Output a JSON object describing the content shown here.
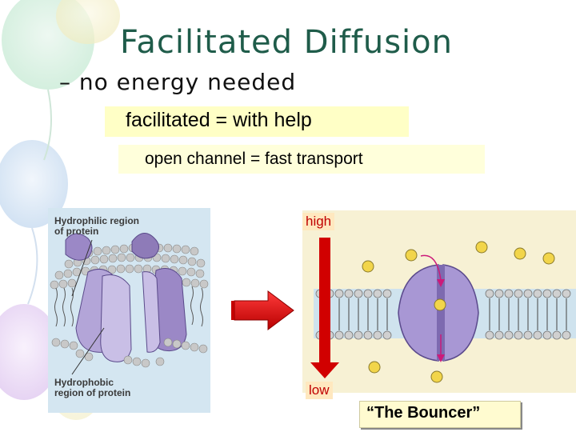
{
  "slide": {
    "title": "Facilitated Diffusion",
    "bullet": "– no energy needed",
    "callout_1": "facilitated = with help",
    "callout_2": "open channel = fast transport"
  },
  "left_figure": {
    "label_top_line1": "Hydrophilic region",
    "label_top_line2": "of  protein",
    "label_bottom_line1": "Hydrophobic",
    "label_bottom_line2": "region of protein"
  },
  "right_figure": {
    "gradient_high": "high",
    "gradient_low": "low",
    "caption": "“The Bouncer”"
  },
  "colors": {
    "title": "#1f5c4a",
    "arrow_red": "#d10000",
    "protein_purple": "#8e7bb8",
    "lipid_head": "#bdbdbd",
    "solute_yellow": "#f2d54a"
  }
}
